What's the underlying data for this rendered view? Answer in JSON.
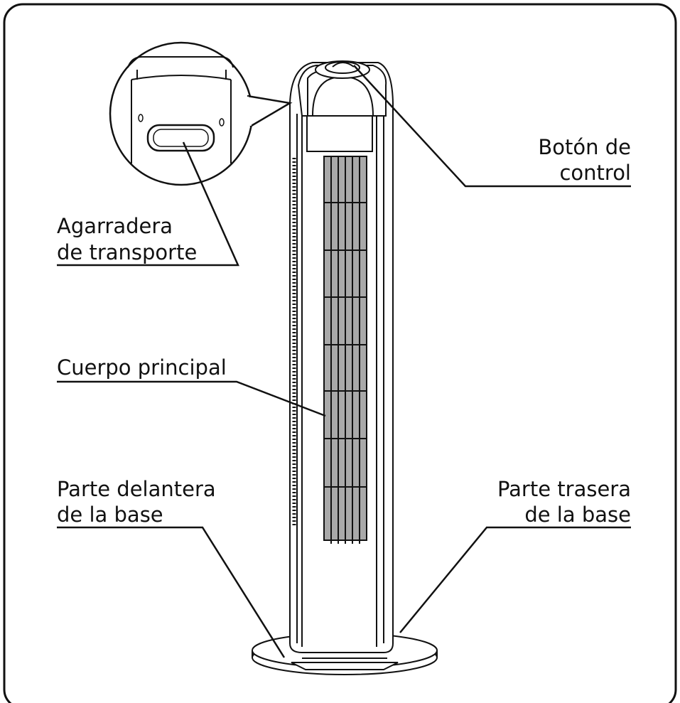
{
  "labels": {
    "carry_handle": [
      "Agarradera",
      "de transporte"
    ],
    "control_knob": [
      "Botón de",
      "control"
    ],
    "main_body": [
      "Cuerpo principal"
    ],
    "base_front": [
      "Parte delantera",
      "de la base"
    ],
    "base_rear": [
      "Parte trasera",
      "de la base"
    ]
  },
  "colors": {
    "line": "#111111",
    "grille_fill": "#a9a9a9",
    "background": "#ffffff"
  }
}
